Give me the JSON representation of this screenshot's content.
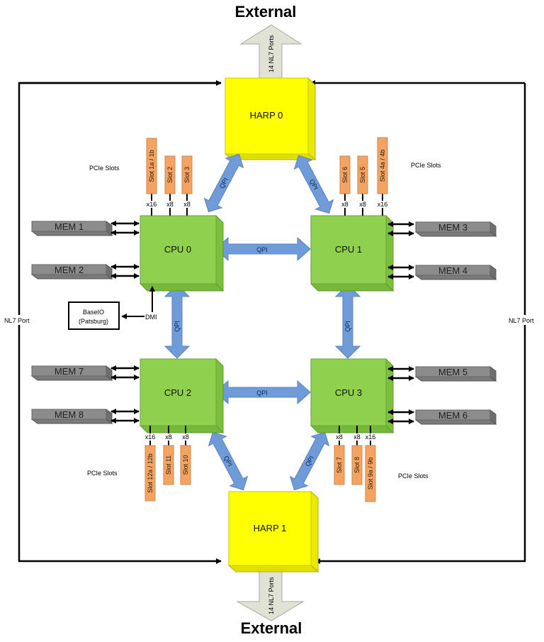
{
  "external_top": {
    "title": "External",
    "port_label": "14 NL7 Ports"
  },
  "external_bottom": {
    "title": "External",
    "port_label": "14 NL7 Ports"
  },
  "harp": [
    {
      "id": "harp0",
      "label": "HARP 0",
      "color": "#ffff00"
    },
    {
      "id": "harp1",
      "label": "HARP 1",
      "color": "#ffff00"
    }
  ],
  "cpus": [
    {
      "id": "cpu0",
      "label": "CPU 0"
    },
    {
      "id": "cpu1",
      "label": "CPU 1"
    },
    {
      "id": "cpu2",
      "label": "CPU 2"
    },
    {
      "id": "cpu3",
      "label": "CPU 3"
    }
  ],
  "cpu_color": "#8fd14f",
  "memory": [
    {
      "id": "mem1",
      "label": "MEM 1",
      "cpu": "cpu0"
    },
    {
      "id": "mem2",
      "label": "MEM 2",
      "cpu": "cpu0"
    },
    {
      "id": "mem3",
      "label": "MEM 3",
      "cpu": "cpu1"
    },
    {
      "id": "mem4",
      "label": "MEM 4",
      "cpu": "cpu1"
    },
    {
      "id": "mem5",
      "label": "MEM 5",
      "cpu": "cpu3"
    },
    {
      "id": "mem6",
      "label": "MEM 6",
      "cpu": "cpu3"
    },
    {
      "id": "mem7",
      "label": "MEM 7",
      "cpu": "cpu2"
    },
    {
      "id": "mem8",
      "label": "MEM 8",
      "cpu": "cpu2"
    }
  ],
  "pcie_groups": [
    {
      "label": "PCIe Slots",
      "cpu": "cpu0",
      "slots": [
        {
          "label": "Slot 1a / 1b",
          "lanes": "x16"
        },
        {
          "label": "Slot 2",
          "lanes": "x8"
        },
        {
          "label": "Slot 3",
          "lanes": "x8"
        }
      ]
    },
    {
      "label": "PCIe Slots",
      "cpu": "cpu1",
      "slots": [
        {
          "label": "Slot 6",
          "lanes": "x8"
        },
        {
          "label": "Slot 5",
          "lanes": "x8"
        },
        {
          "label": "Slot 4a / 4b",
          "lanes": "x16"
        }
      ]
    },
    {
      "label": "PCIe Slots",
      "cpu": "cpu2",
      "slots": [
        {
          "label": "Slot 12a / 12b",
          "lanes": "x16"
        },
        {
          "label": "Slot 11",
          "lanes": "x8"
        },
        {
          "label": "Slot 10",
          "lanes": "x8"
        }
      ]
    },
    {
      "label": "PCIe Slots",
      "cpu": "cpu3",
      "slots": [
        {
          "label": "Slot 7",
          "lanes": "x8"
        },
        {
          "label": "Slot 8",
          "lanes": "x8"
        },
        {
          "label": "Slot 9a / 9b",
          "lanes": "x16"
        }
      ]
    }
  ],
  "links": {
    "qpi_label": "QPI",
    "dmi_label": "DMI",
    "nl7_left": "NL7 Port",
    "nl7_right": "NL7 Port"
  },
  "baseio": {
    "line1": "BaseIO",
    "line2": "(Patsburg)"
  },
  "colors": {
    "qpi": "#6f9bd8",
    "slot": "#f4a460",
    "memory": "#8c8c8c",
    "external_arrow": "#e0e2d6"
  }
}
